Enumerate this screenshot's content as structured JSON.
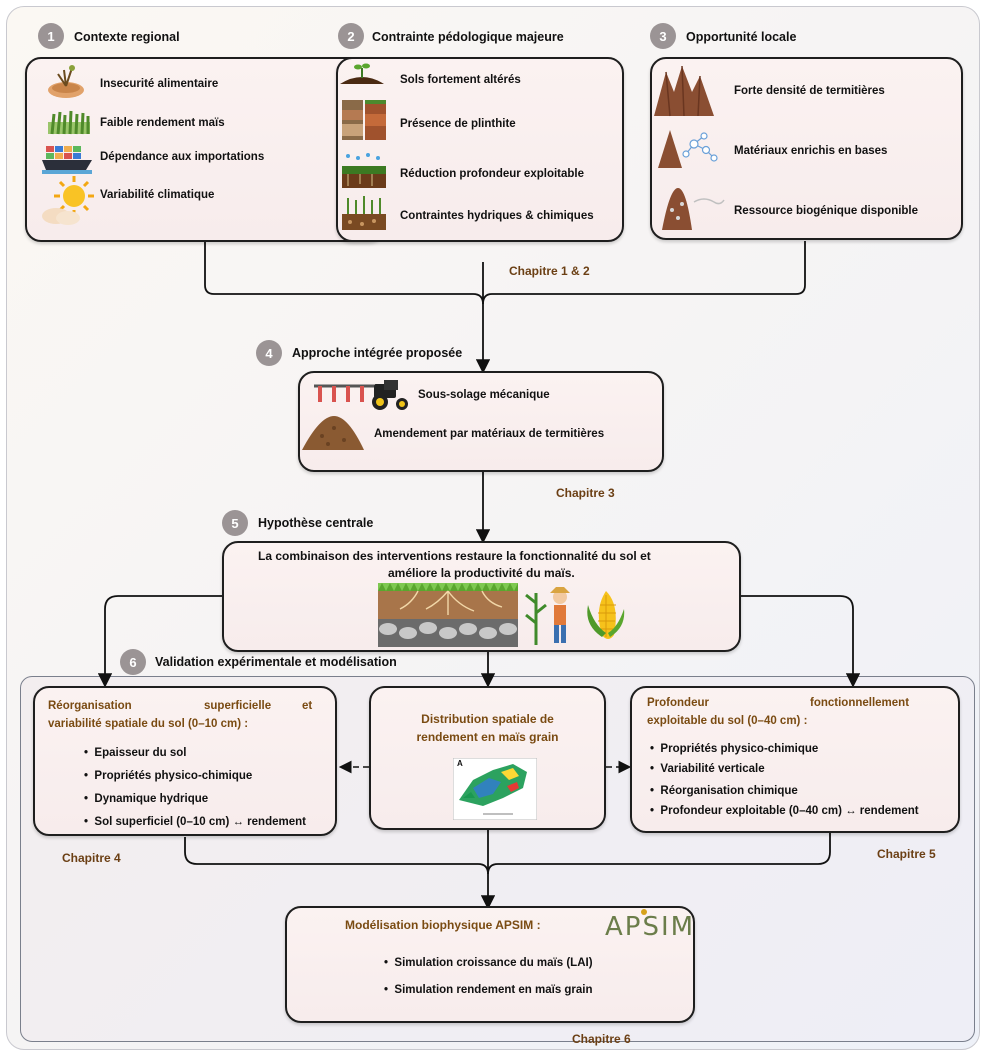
{
  "sections": {
    "s1": {
      "num": "1",
      "title": "Contexte regional",
      "items": [
        "Insecurité alimentaire",
        "Faible rendement maïs",
        "Dépendance aux importations",
        "Variabilité climatique"
      ]
    },
    "s2": {
      "num": "2",
      "title": "Contrainte pédologique majeure",
      "items": [
        "Sols fortement altérés",
        "Présence de plinthite",
        "Réduction profondeur exploitable",
        "Contraintes hydriques & chimiques"
      ]
    },
    "s3": {
      "num": "3",
      "title": "Opportunité locale",
      "items": [
        "Forte densité de termitières",
        "Matériaux enrichis en bases",
        "Ressource biogénique disponible"
      ]
    },
    "s4": {
      "num": "4",
      "title": "Approche intégrée proposée",
      "items": [
        "Sous-solage mécanique",
        "Amendement par matériaux de termitières"
      ]
    },
    "s5": {
      "num": "5",
      "title": "Hypothèse centrale",
      "hypothesis_line1": "La combinaison des interventions restaure la fonctionnalité du sol et",
      "hypothesis_line2": "améliore la productivité du maïs."
    },
    "s6": {
      "num": "6",
      "title": "Validation expérimentale et modélisation"
    }
  },
  "chapters": {
    "ch12": "Chapitre  1 & 2",
    "ch3": "Chapitre  3",
    "ch4": "Chapitre  4",
    "ch5": "Chapitre  5",
    "ch6": "Chapitre  6"
  },
  "left_box": {
    "title_a": "Réorganisation",
    "title_b": "superficielle",
    "title_c": "et",
    "title_line2": "variabilité spatiale du sol (0–10 cm) :",
    "bullets": [
      "Epaisseur du sol",
      "Propriétés physico-chimique",
      "Dynamique hydrique",
      "Sol superficiel (0–10 cm) ↔ rendement"
    ]
  },
  "middle_box": {
    "title_line1": "Distribution spatiale  de",
    "title_line2": "rendement en maïs grain"
  },
  "right_box": {
    "title_a": "Profondeur",
    "title_b": "fonctionnellement",
    "title_line2": "exploitable du sol (0–40 cm) :",
    "bullets": [
      "Propriétés physico-chimique",
      "Variabilité verticale",
      "Réorganisation chimique",
      "Profondeur exploitable (0–40 cm) ↔ rendement"
    ]
  },
  "apsim_box": {
    "title": "Modélisation biophysique APSIM  :",
    "logo": "APSIM",
    "bullets": [
      "Simulation croissance du maïs (LAI)",
      "Simulation rendement en maïs grain"
    ]
  },
  "colors": {
    "badge": "#9b9495",
    "chapter": "#6b3f14",
    "box_fill": "#fbf2f1"
  }
}
